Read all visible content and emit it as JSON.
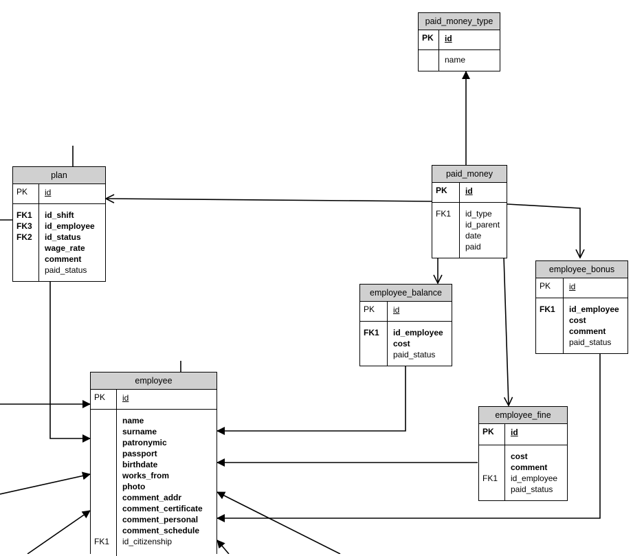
{
  "entities": {
    "paid_money_type": {
      "title": "paid_money_type",
      "pk_key": "PK",
      "pk_field": "id",
      "fields": [
        "name"
      ]
    },
    "plan": {
      "title": "plan",
      "pk_key": "PK",
      "pk_field": "id",
      "keys": [
        "FK1",
        "FK3",
        "FK2"
      ],
      "fields": [
        "id_shift",
        "id_employee",
        "id_status",
        "wage_rate",
        "comment",
        "paid_status"
      ]
    },
    "paid_money": {
      "title": "paid_money",
      "pk_key": "PK",
      "pk_field": "id",
      "keys": [
        "FK1"
      ],
      "fields": [
        "id_type",
        "id_parent",
        "date",
        "paid"
      ]
    },
    "employee_bonus": {
      "title": "employee_bonus",
      "pk_key": "PK",
      "pk_field": "id",
      "keys": [
        "FK1"
      ],
      "fields": [
        "id_employee",
        "cost",
        "comment",
        "paid_status"
      ]
    },
    "employee_balance": {
      "title": "employee_balance",
      "pk_key": "PK",
      "pk_field": "id",
      "keys": [
        "FK1"
      ],
      "fields": [
        "id_employee",
        "cost",
        "paid_status"
      ]
    },
    "employee_fine": {
      "title": "employee_fine",
      "pk_key": "PK",
      "pk_field": "id",
      "keys": [
        "FK1"
      ],
      "fields": [
        "cost",
        "comment",
        "id_employee",
        "paid_status"
      ]
    },
    "employee": {
      "title": "employee",
      "pk_key": "PK",
      "pk_field": "id",
      "keys": [
        "FK1"
      ],
      "fields": [
        "name",
        "surname",
        "patronymic",
        "passport",
        "birthdate",
        "works_from",
        "photo",
        "comment_addr",
        "comment_certificate",
        "comment_personal",
        "comment_schedule",
        "id_citizenship"
      ]
    }
  }
}
